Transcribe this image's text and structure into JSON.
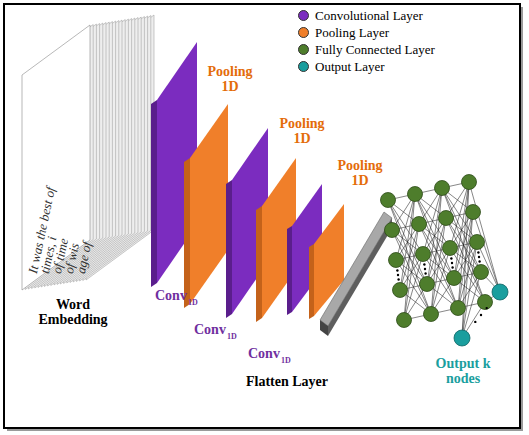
{
  "diagram": {
    "labels": [
      "It was the best of",
      "times, i",
      "of time",
      "of wis",
      "age of",
      "Word Embedding",
      "Conv",
      "1D",
      "Pooling 1D",
      "Conv",
      "1D",
      "Pooling 1D",
      "Conv",
      "1D",
      "Pooling 1D",
      "Flatten Layer",
      "Output k nodes"
    ],
    "legend": [
      {
        "text": "Convolutional Layer",
        "color": "#7B2CBF"
      },
      {
        "text": "Pooling Layer",
        "color": "#F07F2A"
      },
      {
        "text": "Fully Connected Layer",
        "color": "#4E7D2C"
      },
      {
        "text": "Output Layer",
        "color": "#1A9E9E"
      }
    ]
  }
}
